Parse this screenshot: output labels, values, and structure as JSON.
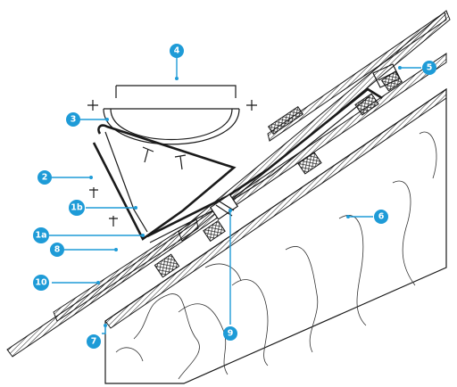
{
  "callouts": [
    {
      "id": "c4",
      "label": "4"
    },
    {
      "id": "c5",
      "label": "5"
    },
    {
      "id": "c3",
      "label": "3"
    },
    {
      "id": "c2",
      "label": "2"
    },
    {
      "id": "c1b",
      "label": "1b"
    },
    {
      "id": "c6",
      "label": "6"
    },
    {
      "id": "c1a",
      "label": "1a"
    },
    {
      "id": "c8",
      "label": "8"
    },
    {
      "id": "c10",
      "label": "10"
    },
    {
      "id": "c9",
      "label": "9"
    },
    {
      "id": "c7",
      "label": "7"
    }
  ],
  "colors": {
    "accent": "#1e9bd7",
    "ink": "#1a1a1a",
    "background": "#ffffff"
  }
}
